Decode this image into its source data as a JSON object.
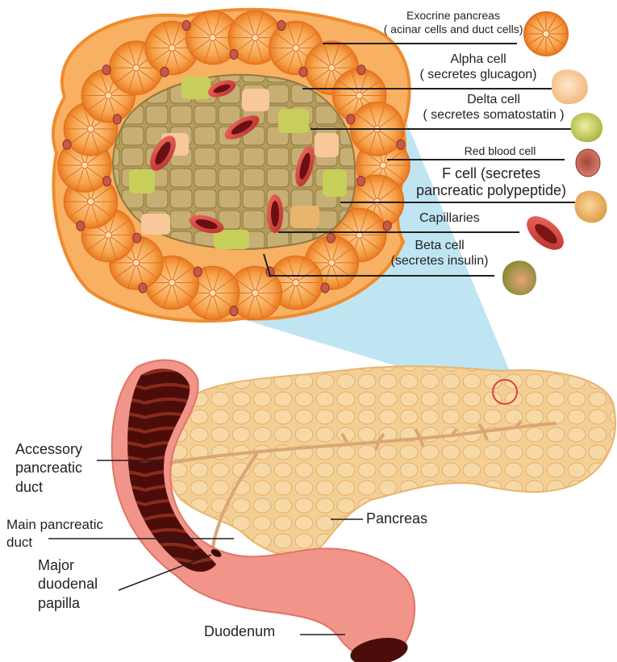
{
  "colors": {
    "acinar": "#f49a3e",
    "acinar_dark": "#e5711f",
    "islet_bg": "#c9a064",
    "beta": "#9c8a3f",
    "alpha": "#f8c79a",
    "delta": "#c7cf5a",
    "capillary": "#c0302f",
    "capillary_dark": "#6b0f12",
    "pancreas": "#f2c88a",
    "duodenum": "#f08f86",
    "duodenum_inner": "#4a0d0b",
    "highlight": "#9fdcf0",
    "marker": "#e53e33"
  },
  "icons": [
    "exocrine-cell-icon",
    "alpha-cell-icon",
    "delta-cell-icon",
    "red-blood-cell-icon",
    "f-cell-icon",
    "capillary-icon",
    "beta-cell-icon"
  ],
  "labels": {
    "exocrine": {
      "line1": "Exocrine pancreas",
      "line2": "( acinar cells and duct cells)"
    },
    "alpha": {
      "line1": "Alpha cell",
      "line2": "( secretes glucagon)"
    },
    "delta": {
      "line1": "Delta cell",
      "line2": "( secretes somatostatin )"
    },
    "rbc": {
      "line1": "Red blood cell"
    },
    "fcell": {
      "line1": "F cell (secretes",
      "line2": "pancreatic polypeptide)"
    },
    "capillaries": {
      "line1": "Capillaries"
    },
    "beta": {
      "line1": "Beta cell",
      "line2": "(secretes insulin)"
    },
    "accessory": {
      "line1": "Accessory",
      "line2": "pancreatic",
      "line3": "duct"
    },
    "main_duct": {
      "line1": "Main pancreatic",
      "line2": "duct"
    },
    "papilla": {
      "line1": "Major",
      "line2": "duodenal",
      "line3": "papilla"
    },
    "pancreas": {
      "line1": "Pancreas"
    },
    "duodenum": {
      "line1": "Duodenum"
    }
  }
}
